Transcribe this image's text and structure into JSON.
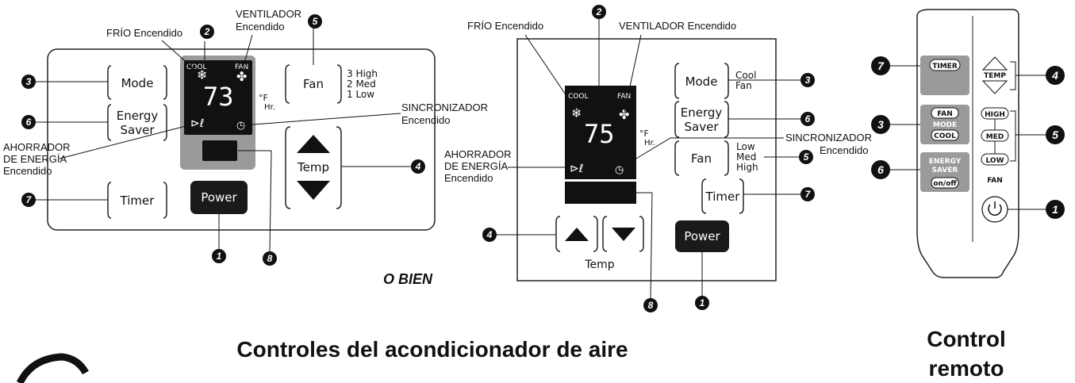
{
  "left_panel": {
    "label_frio": "FRÍO Encendido",
    "label_ventilador_1": "VENTILADOR",
    "label_ventilador_2": "Encendido",
    "display_cool": "COOL",
    "display_fan": "FAN",
    "display_temp": "73",
    "unit_f": "°F",
    "unit_hr": "Hr.",
    "mode_button": "Mode",
    "energy_saver_line1": "Energy",
    "energy_saver_line2": "Saver",
    "timer_button": "Timer",
    "power_button": "Power",
    "fan_button": "Fan",
    "fan_speeds": [
      "3 High",
      "2 Med",
      "1 Low"
    ],
    "temp_button": "Temp",
    "label_sincronizador": "SINCRONIZADOR",
    "label_sinc_encendido": "Encendido",
    "label_ahorrador": [
      "AHORRADOR",
      "DE ENERGÍA",
      "Encendido"
    ],
    "callouts": [
      "2",
      "5",
      "3",
      "6",
      "7",
      "4",
      "1",
      "8"
    ]
  },
  "middle_panel": {
    "label_frio": "FRÍO Encendido",
    "label_ventilador": "VENTILADOR Encendido",
    "display_cool": "COOL",
    "display_fan": "FAN",
    "display_temp": "75",
    "unit_f": "°F",
    "unit_hr": "Hr.",
    "mode_button": "Mode",
    "mode_options": [
      "Cool",
      "Fan"
    ],
    "energy_saver_line1": "Energy",
    "energy_saver_line2": "Saver",
    "fan_button": "Fan",
    "fan_speeds": [
      "Low",
      "Med",
      "High"
    ],
    "timer_button": "Timer",
    "power_button": "Power",
    "temp_label": "Temp",
    "label_sincronizador": "SINCRONIZADOR",
    "label_sinc_encendido": "Encendido",
    "label_ahorrador": [
      "AHORRADOR",
      "DE ENERGÍA",
      "Encendido"
    ],
    "callouts": [
      "2",
      "3",
      "6",
      "5",
      "7",
      "4",
      "1",
      "8"
    ]
  },
  "separator_text": "O BIEN",
  "remote": {
    "timer": "TIMER",
    "temp": "TEMP",
    "fan": "FAN",
    "mode": "MODE",
    "cool": "COOL",
    "energy_line1": "ENERGY",
    "energy_line2": "SAVER",
    "on_off": "on/off",
    "high": "HIGH",
    "med": "MED",
    "low": "LOW",
    "fan_label": "FAN",
    "callouts": [
      "7",
      "4",
      "3",
      "5",
      "6",
      "1"
    ]
  },
  "caption_main": "Controles del acondicionador de aire",
  "caption_remote_1": "Control",
  "caption_remote_2": "remoto",
  "colors": {
    "display_bg": "#111111",
    "display_frame": "#9a9a9a",
    "power_bg": "#1a1a1a",
    "remote_button": "#9a9a9a"
  }
}
